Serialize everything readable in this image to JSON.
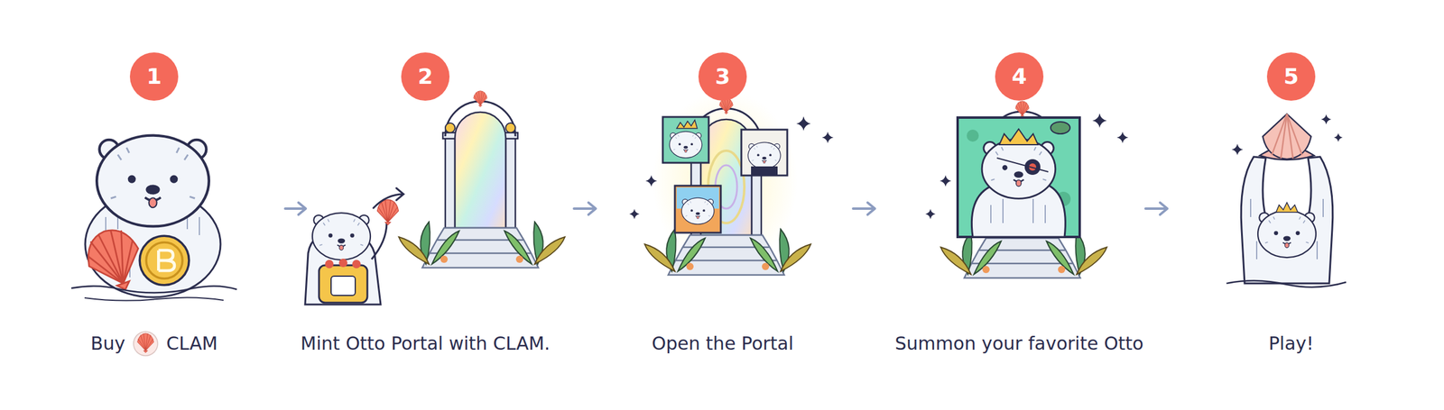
{
  "diagram": {
    "nodes": [
      {
        "text": [
          "1"
        ]
      },
      {
        "text": [
          "2"
        ]
      },
      {
        "text": [
          "3"
        ]
      },
      {
        "text": [
          "4"
        ]
      },
      {
        "text": [
          "5"
        ]
      }
    ],
    "labels": [
      "Buy",
      "CLAM",
      "Mint Otto Portal with CLAM.",
      "Open the Portal",
      "Summon your favorite Otto",
      "Play!"
    ]
  }
}
